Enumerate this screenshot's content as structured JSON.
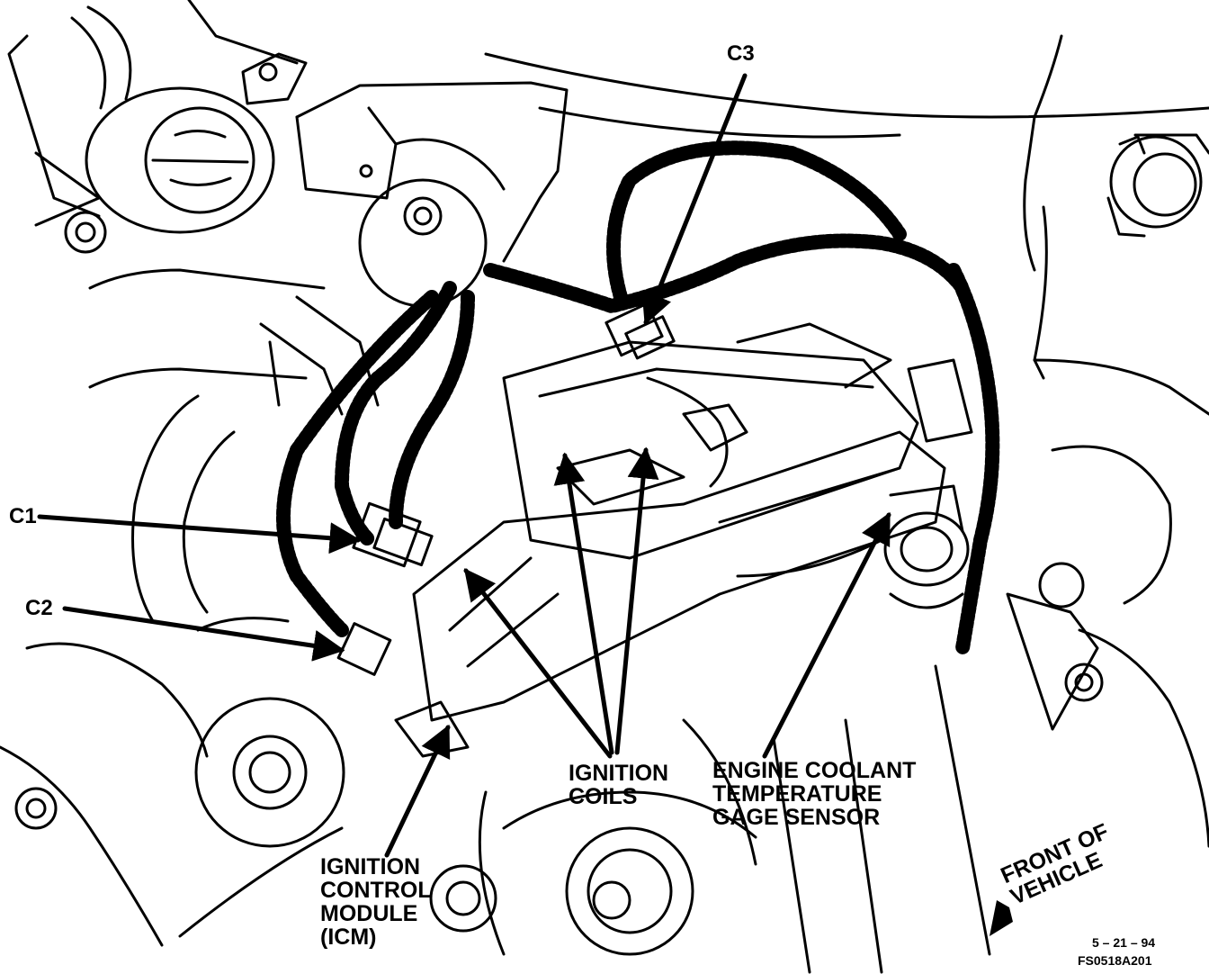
{
  "callouts": {
    "c1": "C1",
    "c2": "C2",
    "c3": "C3"
  },
  "labels": {
    "ignition_coils": [
      "IGNITION",
      "COILS"
    ],
    "ect_sensor": [
      "ENGINE COOLANT",
      "TEMPERATURE",
      "GAGE SENSOR"
    ],
    "icm": [
      "IGNITION",
      "CONTROL",
      "MODULE",
      "(ICM)"
    ],
    "front_of_vehicle": [
      "FRONT OF",
      "VEHICLE"
    ]
  },
  "footer": {
    "date": "5 – 21 – 94",
    "figure_code": "FS0518A201"
  },
  "colors": {
    "ink": "#000000",
    "paper": "#ffffff"
  }
}
